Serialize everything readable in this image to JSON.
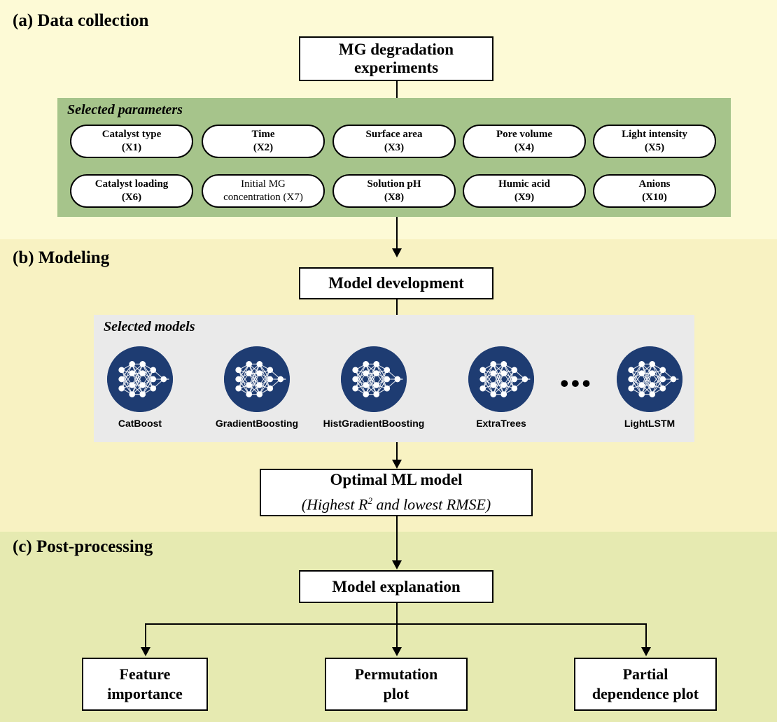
{
  "sections": {
    "a_title": "(a) Data collection",
    "b_title": "(b) Modeling",
    "c_title": "(c) Post-processing"
  },
  "data_collection": {
    "experiments_box": "MG degradation experiments",
    "panel_title": "Selected parameters",
    "parameters": [
      {
        "name": "Catalyst type",
        "code": "(X1)"
      },
      {
        "name": "Time",
        "code": "(X2)"
      },
      {
        "name": "Surface area",
        "code": "(X3)"
      },
      {
        "name": "Pore volume",
        "code": "(X4)"
      },
      {
        "name": "Light intensity",
        "code": "(X5)"
      },
      {
        "name": "Catalyst loading",
        "code": "(X6)"
      },
      {
        "name": "Initial MG",
        "code": "concentration (X7)"
      },
      {
        "name": "Solution pH",
        "code": "(X8)"
      },
      {
        "name": "Humic acid",
        "code": "(X9)"
      },
      {
        "name": "Anions",
        "code": "(X10)"
      }
    ]
  },
  "modeling": {
    "development_box": "Model development",
    "panel_title": "Selected models",
    "models": [
      "CatBoost",
      "GradientBoosting",
      "HistGradientBoosting",
      "ExtraTrees",
      "LightLSTM"
    ],
    "ellipsis": "•••",
    "optimal_box": {
      "title": "Optimal ML model",
      "subtitle_pre": "(Highest R",
      "subtitle_sup": "2",
      "subtitle_post": " and lowest RMSE)"
    }
  },
  "post_processing": {
    "explanation_box": "Model explanation",
    "outputs": [
      {
        "line1": "Feature",
        "line2": "importance"
      },
      {
        "line1": "Permutation",
        "line2": "plot"
      },
      {
        "line1": "Partial",
        "line2": "dependence plot"
      }
    ]
  },
  "colors": {
    "section_a_bg": "#fdfad6",
    "section_b_bg": "#f8f2c2",
    "section_c_bg": "#e6eab1",
    "params_panel": "#a6c48b",
    "models_panel": "#eaeaea",
    "icon_circle": "#1e3c72"
  }
}
